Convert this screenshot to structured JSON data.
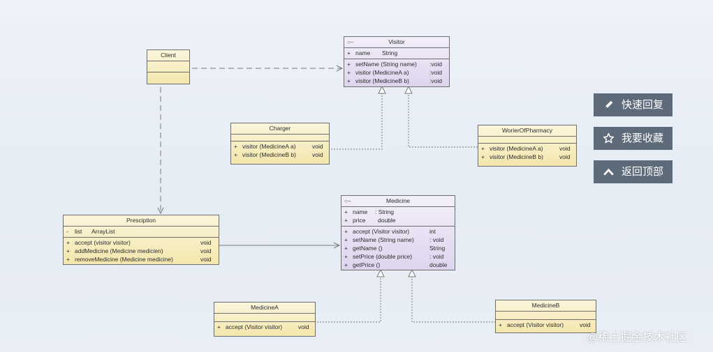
{
  "classes": {
    "client": {
      "name": "Client"
    },
    "visitor": {
      "name": "Visitor",
      "attributes": [
        {
          "vis": "+",
          "name": "name",
          "type": "String"
        }
      ],
      "methods": [
        {
          "vis": "+",
          "name": "setName (String name)",
          "type": ":void"
        },
        {
          "vis": "+",
          "name": "visitor (MedicineA a)",
          "type": ":void"
        },
        {
          "vis": "+",
          "name": "visitor (MedicineB b)",
          "type": ":void"
        }
      ]
    },
    "charger": {
      "name": "Charger",
      "methods": [
        {
          "vis": "+",
          "name": "visitor (MedicineA a)",
          "type": "void"
        },
        {
          "vis": "+",
          "name": "visitor (MedicineB b)",
          "type": "void"
        }
      ]
    },
    "worker": {
      "name": "WorierOfPharmacy",
      "methods": [
        {
          "vis": "+",
          "name": "visitor (MedicineA a)",
          "type": "void"
        },
        {
          "vis": "+",
          "name": "visitor (MedicineB b)",
          "type": "void"
        }
      ]
    },
    "presciption": {
      "name": "Presciption",
      "attributes": [
        {
          "vis": "-",
          "name": "list",
          "type": "ArrayList"
        }
      ],
      "methods": [
        {
          "vis": "+",
          "name": "accept (visitor visitor)",
          "type": "void"
        },
        {
          "vis": "+",
          "name": "addMedicine (Medicine medicien)",
          "type": "void"
        },
        {
          "vis": "+",
          "name": "removeMedicine (Medicine medicine)",
          "type": "void"
        }
      ]
    },
    "medicine": {
      "name": "Medicine",
      "attributes": [
        {
          "vis": "+",
          "name": "name",
          "type": ": String"
        },
        {
          "vis": "+",
          "name": "price",
          "type": "double"
        }
      ],
      "methods": [
        {
          "vis": "+",
          "name": "accept (Visitor visitor)",
          "type": "int"
        },
        {
          "vis": "+",
          "name": "setName (String name)",
          "type": ": void"
        },
        {
          "vis": "+",
          "name": "getName ()",
          "type": "String"
        },
        {
          "vis": "+",
          "name": "setPrice (double price)",
          "type": ": void"
        },
        {
          "vis": "+",
          "name": "getPrice ()",
          "type": "double"
        }
      ]
    },
    "medicineA": {
      "name": "MedicineA",
      "methods": [
        {
          "vis": "+",
          "name": "accept (Visitor visitor)",
          "type": "void"
        }
      ]
    },
    "medicineB": {
      "name": "MedicineB",
      "methods": [
        {
          "vis": "+",
          "name": "accept (Visitor visitor)",
          "type": "void"
        }
      ]
    }
  },
  "sidebar": {
    "reply": "快速回复",
    "favorite": "我要收藏",
    "top": "返回顶部"
  },
  "watermark": "@稀土掘金技术社区",
  "colors": {
    "class_yellow": "#f3e7ad",
    "class_purple": "#ddd5ee",
    "button_bg": "#5d6a79"
  },
  "icons": {
    "reply": "pencil-icon",
    "favorite": "star-icon",
    "top": "chevron-up-icon",
    "class_marker": "class-icon"
  }
}
